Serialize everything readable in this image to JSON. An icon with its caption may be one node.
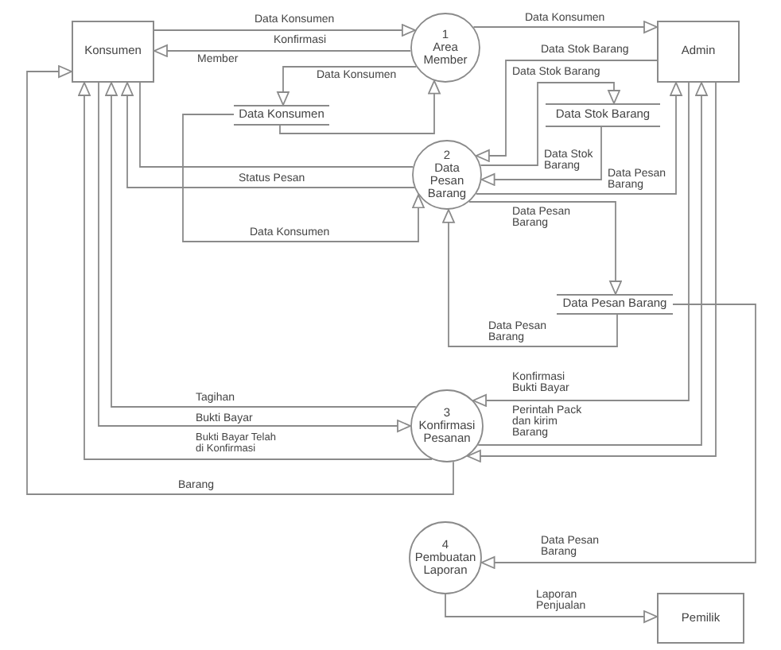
{
  "diagram": {
    "nodes": [
      {
        "text": [
          "Konsumen"
        ]
      },
      {
        "text": [
          "1",
          "Area Member"
        ]
      },
      {
        "text": [
          "Admin"
        ]
      },
      {
        "text": [
          "Data Konsumen"
        ]
      },
      {
        "text": [
          "Data Stok Barang"
        ]
      },
      {
        "text": [
          "2",
          "Data Pesan Barang"
        ]
      },
      {
        "text": [
          "Data Pesan Barang"
        ]
      },
      {
        "text": [
          "3",
          "Konfirmasi Pesanan"
        ]
      },
      {
        "text": [
          "4",
          "Pembuatan Laporan"
        ]
      },
      {
        "text": [
          "Pemilik"
        ]
      }
    ],
    "edges": [
      {
        "from": 0,
        "to": 1,
        "arrow": "to",
        "label": "Data Konsumen"
      },
      {
        "from": 1,
        "to": 0,
        "arrow": "to",
        "label": "Member"
      },
      {
        "from": 1,
        "to": 2,
        "arrow": "to",
        "label": "Data Konsumen"
      },
      {
        "from": 1,
        "to": 3,
        "arrow": "to",
        "label": "Data Konsumen"
      },
      {
        "from": 3,
        "to": 1,
        "arrow": "to"
      },
      {
        "from": 2,
        "to": 5,
        "arrow": "to",
        "label": "Data Stok Barang"
      },
      {
        "from": 5,
        "to": 4,
        "arrow": "to",
        "label": "Data Stok Barang"
      },
      {
        "from": 4,
        "to": 5,
        "arrow": "to",
        "label": "Data Stok Barang"
      },
      {
        "from": 5,
        "to": 2,
        "arrow": "to",
        "label": "Data Pesan Barang"
      },
      {
        "from": 0,
        "to": 5,
        "arrow": "none"
      },
      {
        "from": 5,
        "to": 0,
        "arrow": "to",
        "label": "Status Pesan"
      },
      {
        "from": 3,
        "to": 5,
        "arrow": "to",
        "label": "Data Konsumen"
      },
      {
        "from": 5,
        "to": 6,
        "arrow": "to",
        "label": "Data Pesan Barang"
      },
      {
        "from": 6,
        "to": 5,
        "arrow": "to",
        "label": "Data Pesan Barang"
      },
      {
        "from": 6,
        "to": 8,
        "arrow": "to",
        "label": "Data Pesan Barang"
      },
      {
        "from": 2,
        "to": 7,
        "arrow": "to",
        "label": "Konfirmasi Bukti Bayar"
      },
      {
        "from": 7,
        "to": 2,
        "arrow": "to",
        "label": "Perintah Pack dan kirim Barang"
      },
      {
        "from": 2,
        "to": 7,
        "arrow": "to"
      },
      {
        "from": 7,
        "to": 0,
        "arrow": "to",
        "label": "Tagihan"
      },
      {
        "from": 0,
        "to": 7,
        "arrow": "to",
        "label": "Bukti Bayar"
      },
      {
        "from": 7,
        "to": 0,
        "arrow": "to",
        "label": "Bukti Bayar Telah di Konfirmasi"
      },
      {
        "from": 7,
        "to": 0,
        "arrow": "to",
        "label": "Barang"
      },
      {
        "from": 8,
        "to": 9,
        "arrow": "to",
        "label": "Laporan Penjualan"
      }
    ],
    "labels": [
      "Konfirmasi"
    ]
  }
}
